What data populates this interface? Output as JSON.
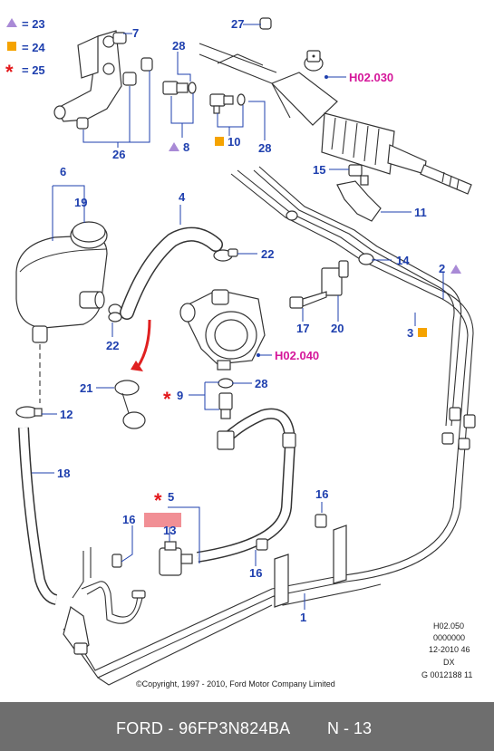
{
  "legend": [
    {
      "symbol": "triangle-icon",
      "color": "#a98ad6",
      "text": "= 23"
    },
    {
      "symbol": "square-icon",
      "color": "#f5a300",
      "text": "= 24"
    },
    {
      "symbol": "asterisk-icon",
      "color": "#e3171a",
      "text": "= 25"
    }
  ],
  "callouts": {
    "c1": "1",
    "c2": "2",
    "c3": "3",
    "c4": "4",
    "c5": "5",
    "c6": "6",
    "c7": "7",
    "c8": "8",
    "c9": "9",
    "c10": "10",
    "c11": "11",
    "c12": "12",
    "c13": "13",
    "c14": "14",
    "c15": "15",
    "c16a": "16",
    "c16b": "16",
    "c16c": "16",
    "c17": "17",
    "c18": "18",
    "c19": "19",
    "c20": "20",
    "c21": "21",
    "c22a": "22",
    "c22b": "22",
    "c26": "26",
    "c27": "27",
    "c28a": "28",
    "c28b": "28",
    "c28c": "28"
  },
  "references": {
    "steering_gear": "H02.030",
    "pump": "H02.040"
  },
  "info_block": [
    "H02.050",
    "0000000",
    "12-2010 46",
    "DX",
    "G 0012188 11"
  ],
  "copyright": "©Copyright, 1997 - 2010, Ford Motor Company Limited",
  "footer": {
    "code": "FORD - 96FP3N824BA",
    "page": "N - 13"
  },
  "colors": {
    "callout": "#1e3fae",
    "reference": "#d5179a",
    "triangle": "#a98ad6",
    "square": "#f5a300",
    "asterisk": "#e3171a",
    "highlight": "#ef7b82",
    "arrow": "#e02020",
    "footer_bg": "#6e6e6e"
  }
}
